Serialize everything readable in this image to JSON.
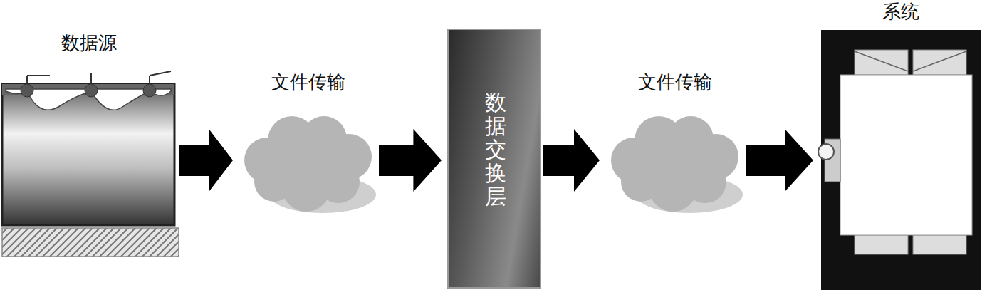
{
  "diagram": {
    "nodes": [
      {
        "text": [
          "数据源"
        ]
      },
      {
        "text": [
          "文件传输"
        ]
      },
      {
        "text": [
          "数据交换层"
        ]
      },
      {
        "text": [
          "文件传输"
        ]
      },
      {
        "text": [
          "系统"
        ]
      }
    ],
    "edges": [
      {
        "from": 0,
        "to": 1,
        "arrow": "to"
      },
      {
        "from": 1,
        "to": 2,
        "arrow": "to"
      },
      {
        "from": 2,
        "to": 3,
        "arrow": "to"
      },
      {
        "from": 3,
        "to": 4,
        "arrow": "to"
      }
    ]
  }
}
